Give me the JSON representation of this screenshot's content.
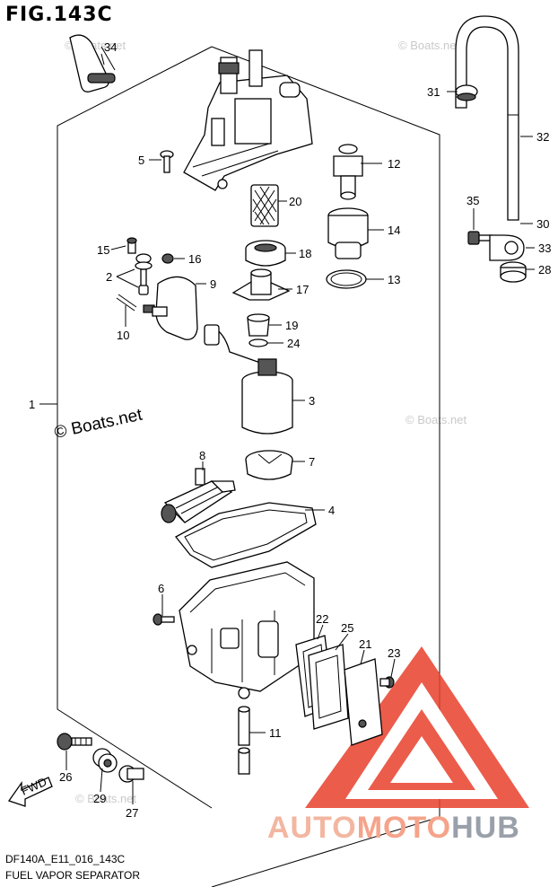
{
  "header": {
    "figure_title": "FIG.143C"
  },
  "footer": {
    "code": "DF140A_E11_016_143C",
    "name": "FUEL VAPOR SEPARATOR"
  },
  "watermarks": {
    "boats_net": "© Boats.net"
  },
  "brand": {
    "part1": "AUTO",
    "part2": "MOTO",
    "part3": "HUB"
  },
  "fwd_label": "FWD",
  "callouts": [
    {
      "id": "34",
      "text": "34"
    },
    {
      "id": "31",
      "text": "31"
    },
    {
      "id": "32",
      "text": "32"
    },
    {
      "id": "5",
      "text": "5"
    },
    {
      "id": "12",
      "text": "12"
    },
    {
      "id": "20",
      "text": "20"
    },
    {
      "id": "14",
      "text": "14"
    },
    {
      "id": "35",
      "text": "35"
    },
    {
      "id": "30",
      "text": "30"
    },
    {
      "id": "15",
      "text": "15"
    },
    {
      "id": "16",
      "text": "16"
    },
    {
      "id": "18",
      "text": "18"
    },
    {
      "id": "33",
      "text": "33"
    },
    {
      "id": "2",
      "text": "2"
    },
    {
      "id": "9",
      "text": "9"
    },
    {
      "id": "13",
      "text": "13"
    },
    {
      "id": "28",
      "text": "28"
    },
    {
      "id": "17",
      "text": "17"
    },
    {
      "id": "10",
      "text": "10"
    },
    {
      "id": "19",
      "text": "19"
    },
    {
      "id": "24",
      "text": "24"
    },
    {
      "id": "1",
      "text": "1"
    },
    {
      "id": "3",
      "text": "3"
    },
    {
      "id": "8",
      "text": "8"
    },
    {
      "id": "7",
      "text": "7"
    },
    {
      "id": "4",
      "text": "4"
    },
    {
      "id": "6",
      "text": "6"
    },
    {
      "id": "22",
      "text": "22"
    },
    {
      "id": "25",
      "text": "25"
    },
    {
      "id": "21",
      "text": "21"
    },
    {
      "id": "23",
      "text": "23"
    },
    {
      "id": "11",
      "text": "11"
    },
    {
      "id": "26",
      "text": "26"
    },
    {
      "id": "29",
      "text": "29"
    },
    {
      "id": "27",
      "text": "27"
    }
  ],
  "colors": {
    "logo_red": "#e8402c",
    "logo_gray": "#9aa0aa",
    "line": "#000000"
  }
}
